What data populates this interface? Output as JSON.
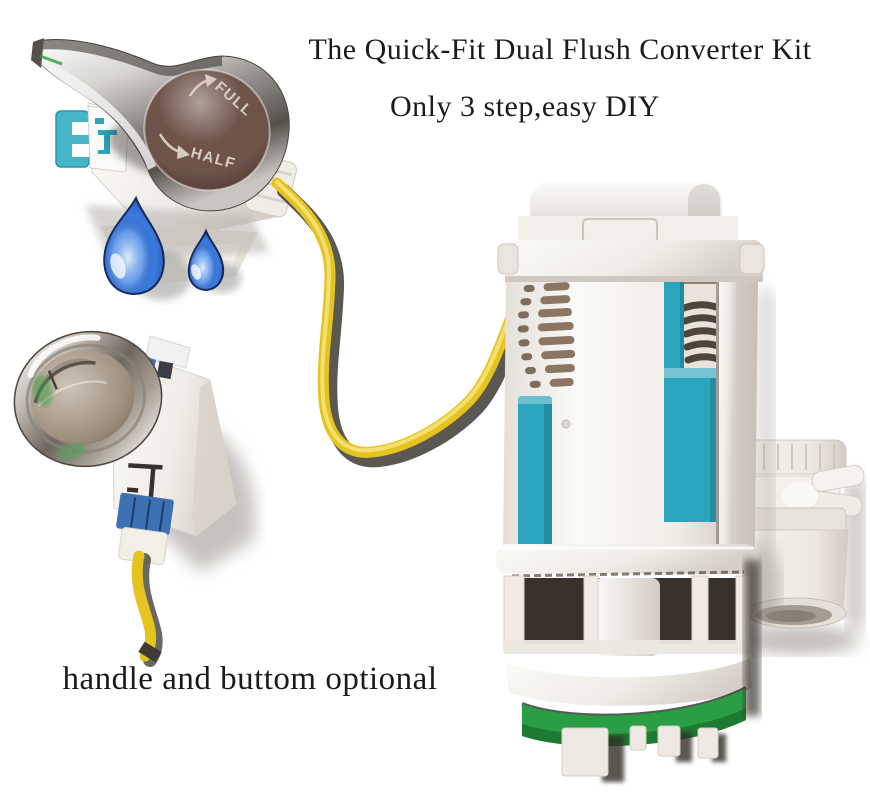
{
  "title": {
    "line1": "The Quick-Fit Dual Flush Converter Kit",
    "line2": "Only 3 step,easy DIY"
  },
  "caption": "handle and buttom optional",
  "handle": {
    "full_label": "FULL",
    "half_label": "HALF"
  },
  "colors": {
    "background": "#ffffff",
    "text": "#1b1b1b",
    "teal": "#2ba4bd",
    "teal_clip": "#45b5c8",
    "green_seal": "#2a9e44",
    "cable_yellow": "#e6c41f",
    "droplet_blue": "#3a7ce0",
    "button_clip_blue": "#3c72b4",
    "lever_face_brown": "#6d5348"
  }
}
